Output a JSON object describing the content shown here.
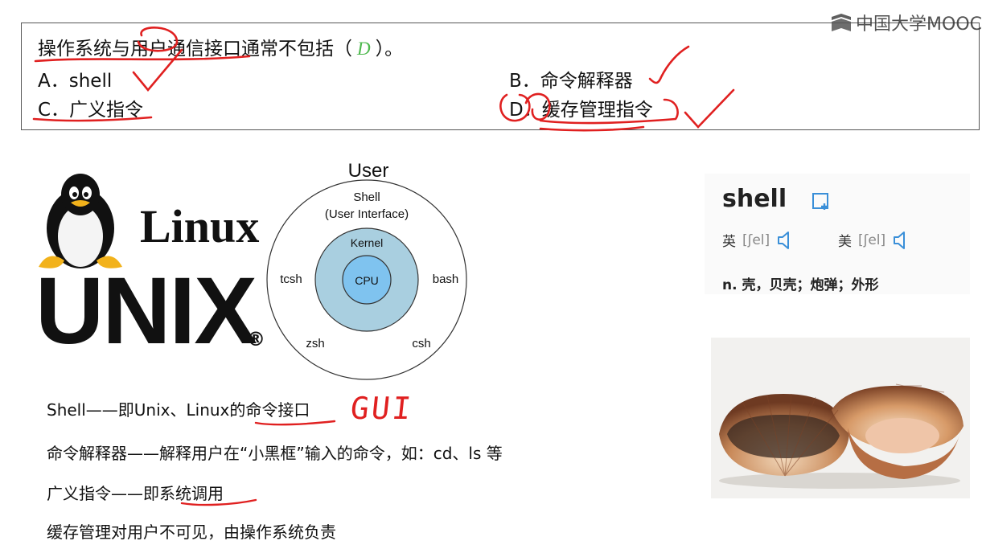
{
  "question": {
    "text_before": "操作系统与用户通信接口通常不包括（",
    "answer": "D",
    "text_after": "）。",
    "options": {
      "a": "A．shell",
      "b": "B．命令解释器",
      "c": "C．广义指令",
      "d": "D．缓存管理指令"
    }
  },
  "watermark": {
    "text": "中国大学MOOC"
  },
  "annotations": {
    "gui": "GUI"
  },
  "logo": {
    "linux": "Linux",
    "unix": "UNIX",
    "reg": "®"
  },
  "diagram": {
    "user": "User",
    "shell_line1": "Shell",
    "shell_line2": "(User Interface)",
    "kernel": "Kernel",
    "cpu": "CPU",
    "tcsh": "tcsh",
    "bash": "bash",
    "zsh": "zsh",
    "csh": "csh"
  },
  "dictionary": {
    "word": "shell",
    "uk_label": "英",
    "uk_ipa": "[ʃel]",
    "us_label": "美",
    "us_ipa": "[ʃel]",
    "definition": "n. 壳，贝壳；炮弹；外形"
  },
  "notes": {
    "n1": "Shell——即Unix、Linux的命令接口",
    "n2": "命令解释器——解释用户在“小黑框”输入的命令，如：cd、ls 等",
    "n3": "广义指令——即系统调用",
    "n4": "缓存管理对用户不可见，由操作系统负责"
  },
  "colors": {
    "ink_red": "#e02020",
    "answer_green": "#4db84d",
    "speaker_blue": "#3a8fd8",
    "inner_circle": "#7fc3ef",
    "middle_circle": "#a9cfe0"
  },
  "icons": [
    "mooc-logo-icon",
    "add-to-wordbook-icon",
    "speaker-icon",
    "tux-penguin-icon",
    "scallop-shell-image"
  ]
}
